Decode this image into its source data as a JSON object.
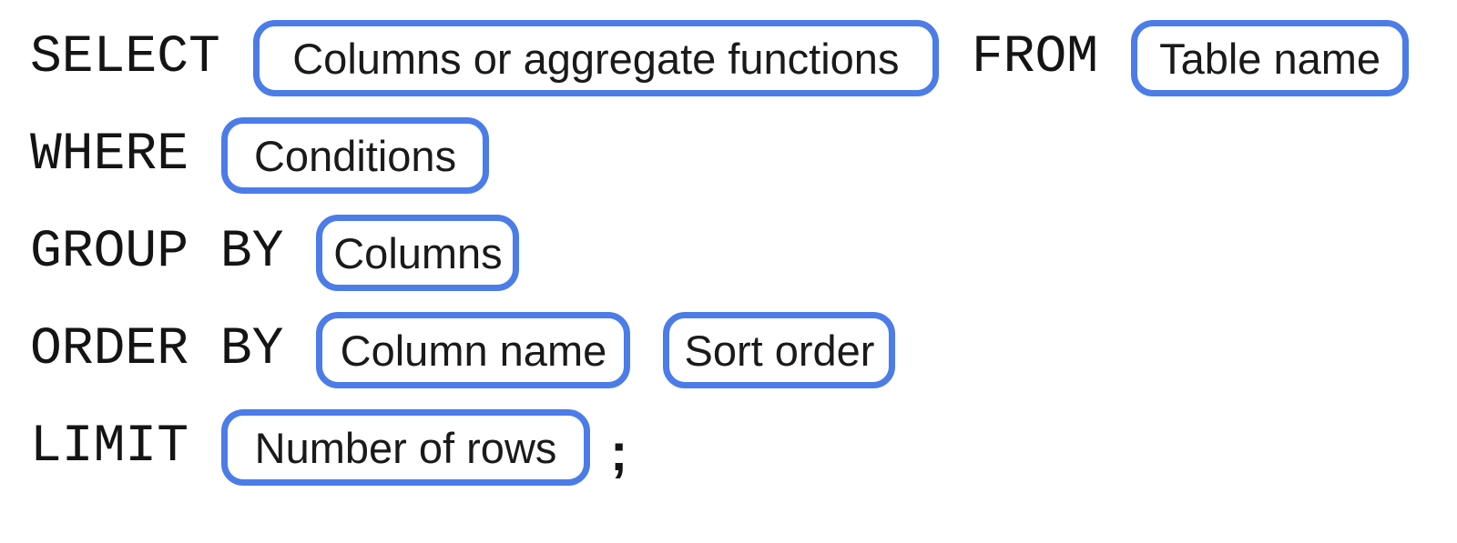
{
  "colors": {
    "accent_blue": "#4B7CE8",
    "keyword_text": "#141414",
    "label_text": "#1A1A1C",
    "background": "#FFFFFF"
  },
  "rows": {
    "select": {
      "keyword": "SELECT",
      "box1": "Columns or aggregate functions",
      "keyword2": "FROM",
      "box2": "Table name"
    },
    "where": {
      "keyword": "WHERE",
      "box1": "Conditions"
    },
    "group_by": {
      "keyword": "GROUP BY",
      "box1": "Columns"
    },
    "order_by": {
      "keyword": "ORDER BY",
      "box1": "Column name",
      "box2": "Sort order"
    },
    "limit": {
      "keyword": "LIMIT",
      "box1": "Number of rows",
      "punctuation": ";"
    }
  }
}
